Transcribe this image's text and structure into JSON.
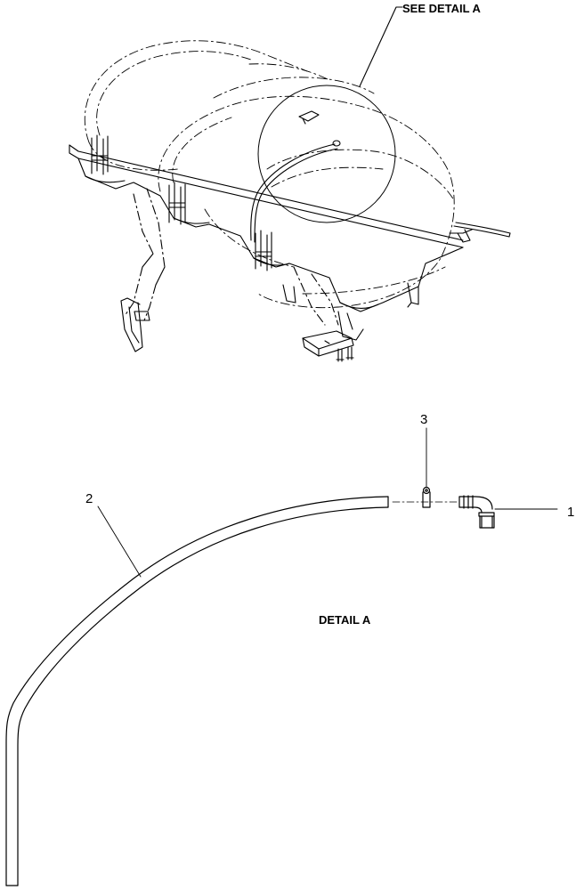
{
  "see_detail_label": "SEE DETAIL  A",
  "detail_title": "DETAIL  A",
  "callouts": {
    "fitting": "1",
    "hose": "2",
    "clamp": "3"
  }
}
